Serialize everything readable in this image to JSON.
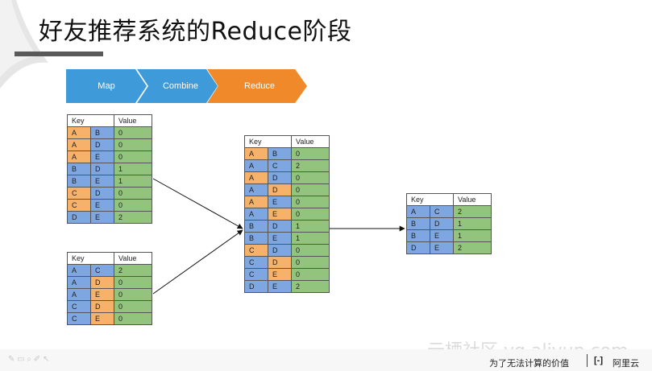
{
  "title": "好友推荐系统的Reduce阶段",
  "stages": [
    "Map",
    "Combine",
    "Reduce"
  ],
  "colors": {
    "stage_blue": "#3e9ad8",
    "stage_orange": "#f0892a",
    "key_orange": "#f6b26b",
    "key_blue": "#7ea6e0",
    "value_green": "#93c47d"
  },
  "tables": {
    "t1": {
      "header": [
        "Key",
        "Value"
      ],
      "rows": [
        {
          "k1": "A",
          "k2": "B",
          "v": "0",
          "c1": "o",
          "c2": "b"
        },
        {
          "k1": "A",
          "k2": "D",
          "v": "0",
          "c1": "o",
          "c2": "b"
        },
        {
          "k1": "A",
          "k2": "E",
          "v": "0",
          "c1": "o",
          "c2": "b"
        },
        {
          "k1": "B",
          "k2": "D",
          "v": "1",
          "c1": "b",
          "c2": "b"
        },
        {
          "k1": "B",
          "k2": "E",
          "v": "1",
          "c1": "b",
          "c2": "b"
        },
        {
          "k1": "C",
          "k2": "D",
          "v": "0",
          "c1": "o",
          "c2": "b"
        },
        {
          "k1": "C",
          "k2": "E",
          "v": "0",
          "c1": "o",
          "c2": "b"
        },
        {
          "k1": "D",
          "k2": "E",
          "v": "2",
          "c1": "b",
          "c2": "b"
        }
      ]
    },
    "t2": {
      "header": [
        "Key",
        "Value"
      ],
      "rows": [
        {
          "k1": "A",
          "k2": "C",
          "v": "2",
          "c1": "b",
          "c2": "b"
        },
        {
          "k1": "A",
          "k2": "D",
          "v": "0",
          "c1": "b",
          "c2": "o"
        },
        {
          "k1": "A",
          "k2": "E",
          "v": "0",
          "c1": "b",
          "c2": "o"
        },
        {
          "k1": "C",
          "k2": "D",
          "v": "0",
          "c1": "b",
          "c2": "o"
        },
        {
          "k1": "C",
          "k2": "E",
          "v": "0",
          "c1": "b",
          "c2": "o"
        }
      ]
    },
    "t3": {
      "header": [
        "Key",
        "Value"
      ],
      "rows": [
        {
          "k1": "A",
          "k2": "B",
          "v": "0",
          "c1": "o",
          "c2": "b"
        },
        {
          "k1": "A",
          "k2": "C",
          "v": "2",
          "c1": "b",
          "c2": "b"
        },
        {
          "k1": "A",
          "k2": "D",
          "v": "0",
          "c1": "o",
          "c2": "b"
        },
        {
          "k1": "A",
          "k2": "D",
          "v": "0",
          "c1": "b",
          "c2": "o"
        },
        {
          "k1": "A",
          "k2": "E",
          "v": "0",
          "c1": "o",
          "c2": "b"
        },
        {
          "k1": "A",
          "k2": "E",
          "v": "0",
          "c1": "b",
          "c2": "o"
        },
        {
          "k1": "B",
          "k2": "D",
          "v": "1",
          "c1": "b",
          "c2": "b"
        },
        {
          "k1": "B",
          "k2": "E",
          "v": "1",
          "c1": "b",
          "c2": "b"
        },
        {
          "k1": "C",
          "k2": "D",
          "v": "0",
          "c1": "o",
          "c2": "b"
        },
        {
          "k1": "C",
          "k2": "D",
          "v": "0",
          "c1": "b",
          "c2": "o"
        },
        {
          "k1": "C",
          "k2": "E",
          "v": "0",
          "c1": "b",
          "c2": "o"
        },
        {
          "k1": "D",
          "k2": "E",
          "v": "2",
          "c1": "b",
          "c2": "b"
        }
      ]
    },
    "t4": {
      "header": [
        "Key",
        "Value"
      ],
      "rows": [
        {
          "k1": "A",
          "k2": "C",
          "v": "2",
          "c1": "b",
          "c2": "b"
        },
        {
          "k1": "B",
          "k2": "D",
          "v": "1",
          "c1": "b",
          "c2": "b"
        },
        {
          "k1": "B",
          "k2": "E",
          "v": "1",
          "c1": "b",
          "c2": "b"
        },
        {
          "k1": "D",
          "k2": "E",
          "v": "2",
          "c1": "b",
          "c2": "b"
        }
      ]
    }
  },
  "footer": {
    "slogan": "为了无法计算的价值",
    "logo_mark": "[-]",
    "brand": "阿里云",
    "watermark": "云栖社区 yq.aliyun.com",
    "tool_icons": [
      "pen-icon",
      "screen-icon",
      "search-icon",
      "pencil-icon",
      "pointer-icon"
    ]
  }
}
